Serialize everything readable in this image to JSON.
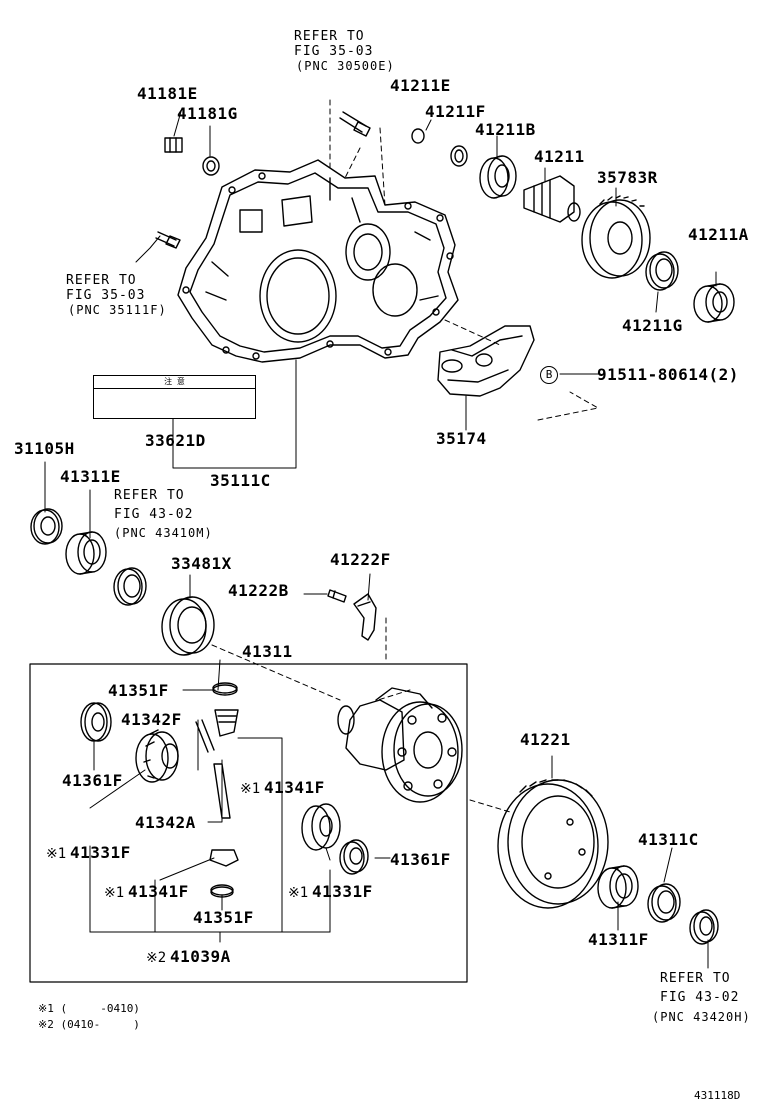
{
  "diagram": {
    "parts": {
      "p41181E": "41181E",
      "p41181G": "41181G",
      "p41211E": "41211E",
      "p41211F": "41211F",
      "p41211B": "41211B",
      "p41211": "41211",
      "p35783R": "35783R",
      "p41211A": "41211A",
      "p41211G": "41211G",
      "p91511": "91511-80614(2)",
      "p35174": "35174",
      "p33621D": "33621D",
      "p35111C": "35111C",
      "p31105H": "31105H",
      "p41311E": "41311E",
      "p33481X": "33481X",
      "p41222F": "41222F",
      "p41222B": "41222B",
      "p41311": "41311",
      "p41351F_a": "41351F",
      "p41342F": "41342F",
      "p41361F_a": "41361F",
      "p41341F_a": "41341F",
      "p41342A": "41342A",
      "p41331F_a": "41331F",
      "p41361F_b": "41361F",
      "p41341F_b": "41341F",
      "p41331F_b": "41331F",
      "p41351F_b": "41351F",
      "p41039A": "41039A",
      "p41221": "41221",
      "p41311C": "41311C",
      "p41311F": "41311F"
    },
    "refs": {
      "top": [
        "REFER TO",
        "FIG 35-03",
        "(PNC 30500E)"
      ],
      "left": [
        "REFER TO",
        "FIG 35-03",
        "(PNC 35111F)"
      ],
      "mid": [
        "REFER TO",
        "FIG 43-02",
        "(PNC 43410M)"
      ],
      "bottom": [
        "REFER TO",
        "FIG 43-02",
        "(PNC 43420H)"
      ]
    },
    "marks": {
      "m1": "※1",
      "m2": "※2",
      "b": "B"
    },
    "notes": {
      "n1": "※1 (     -0410)",
      "n2": "※2 (0410-     )"
    },
    "plate_text": "注 意",
    "figure_id": "431118D"
  }
}
